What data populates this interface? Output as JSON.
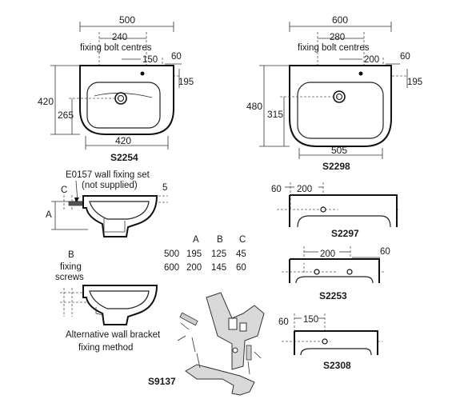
{
  "s2254": {
    "code": "S2254",
    "width": "500",
    "fixing_distance": "240",
    "fixing_caption": "fixing bolt centres",
    "offset_150": "150",
    "offset_60": "60",
    "offset_195": "195",
    "height_total": "420",
    "height_bowl": "265",
    "bottom_width": "420"
  },
  "s2298": {
    "code": "S2298",
    "width": "600",
    "fixing_distance": "280",
    "fixing_caption": "fixing bolt centres",
    "offset_200": "200",
    "offset_60": "60",
    "offset_195": "195",
    "height_total": "480",
    "height_bowl": "315",
    "bottom_width": "505"
  },
  "side_view": {
    "fixing_set_line1": "E0157 wall fixing set",
    "fixing_set_line2": "(not supplied)",
    "label_c": "C",
    "label_5": "5",
    "label_a": "A"
  },
  "alt_view": {
    "label_b": "B",
    "fixing_line1": "fixing",
    "fixing_line2": "screws",
    "caption_line1": "Alternative wall bracket",
    "caption_line2": "fixing method"
  },
  "dimension_table": {
    "headers": [
      "A",
      "B",
      "C"
    ],
    "rows": [
      {
        "size": "500",
        "values": [
          "195",
          "125",
          "45"
        ]
      },
      {
        "size": "600",
        "values": [
          "200",
          "145",
          "60"
        ]
      }
    ]
  },
  "s2297": {
    "code": "S2297",
    "offset_60": "60",
    "offset_200": "200"
  },
  "s2253": {
    "code": "S2253",
    "offset_200": "200",
    "offset_60": "60"
  },
  "s2308": {
    "code": "S2308",
    "offset_60": "60",
    "offset_150": "150"
  },
  "s9137": {
    "code": "S9137"
  }
}
